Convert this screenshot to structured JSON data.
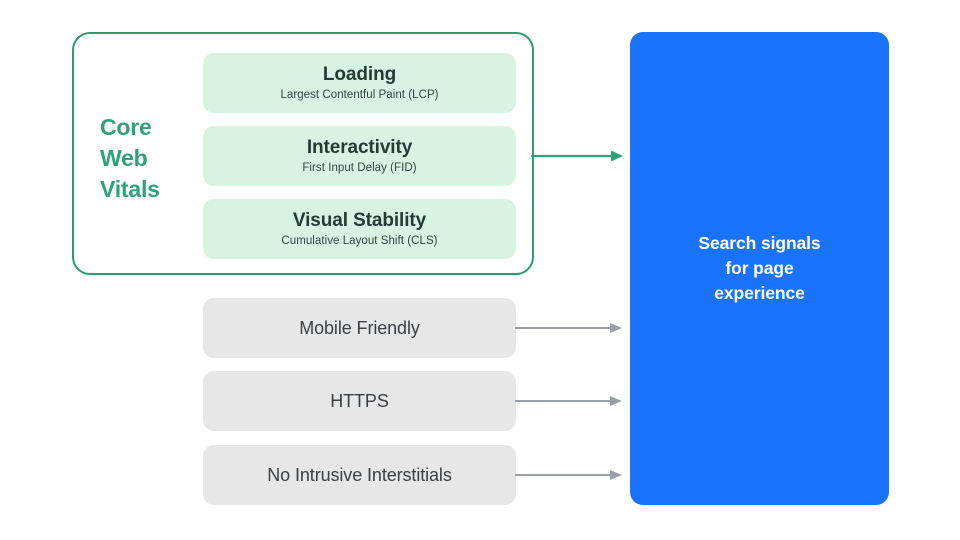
{
  "diagram": {
    "title": "Search signals for page experience",
    "colors": {
      "core_web_vitals_green": "#2fa277",
      "container_border_green": "#23a06f",
      "metric_card_bg": "#d7f3e3",
      "metric_text": "#253b36",
      "gray_box_bg": "#e7e7e8",
      "gray_box_text": "#3c4043",
      "panel_blue": "#1a73ff",
      "panel_text": "#ffffff",
      "gray_arrow": "#9aa0a6",
      "green_arrow": "#2fa277"
    }
  },
  "core_web_vitals": {
    "label_lines": [
      "Core",
      "Web",
      "Vitals"
    ],
    "metrics": [
      {
        "title": "Loading",
        "subtitle": "Largest Contentful Paint (LCP)"
      },
      {
        "title": "Interactivity",
        "subtitle": "First Input Delay (FID)"
      },
      {
        "title": "Visual Stability",
        "subtitle": "Cumulative Layout Shift (CLS)"
      }
    ]
  },
  "other_signals": [
    {
      "label": "Mobile Friendly"
    },
    {
      "label": "HTTPS"
    },
    {
      "label": "No Intrusive Interstitials"
    }
  ],
  "destination": {
    "lines": [
      "Search signals",
      "for page",
      "experience"
    ]
  },
  "icons": {
    "arrow_right": "arrow-right-icon"
  }
}
